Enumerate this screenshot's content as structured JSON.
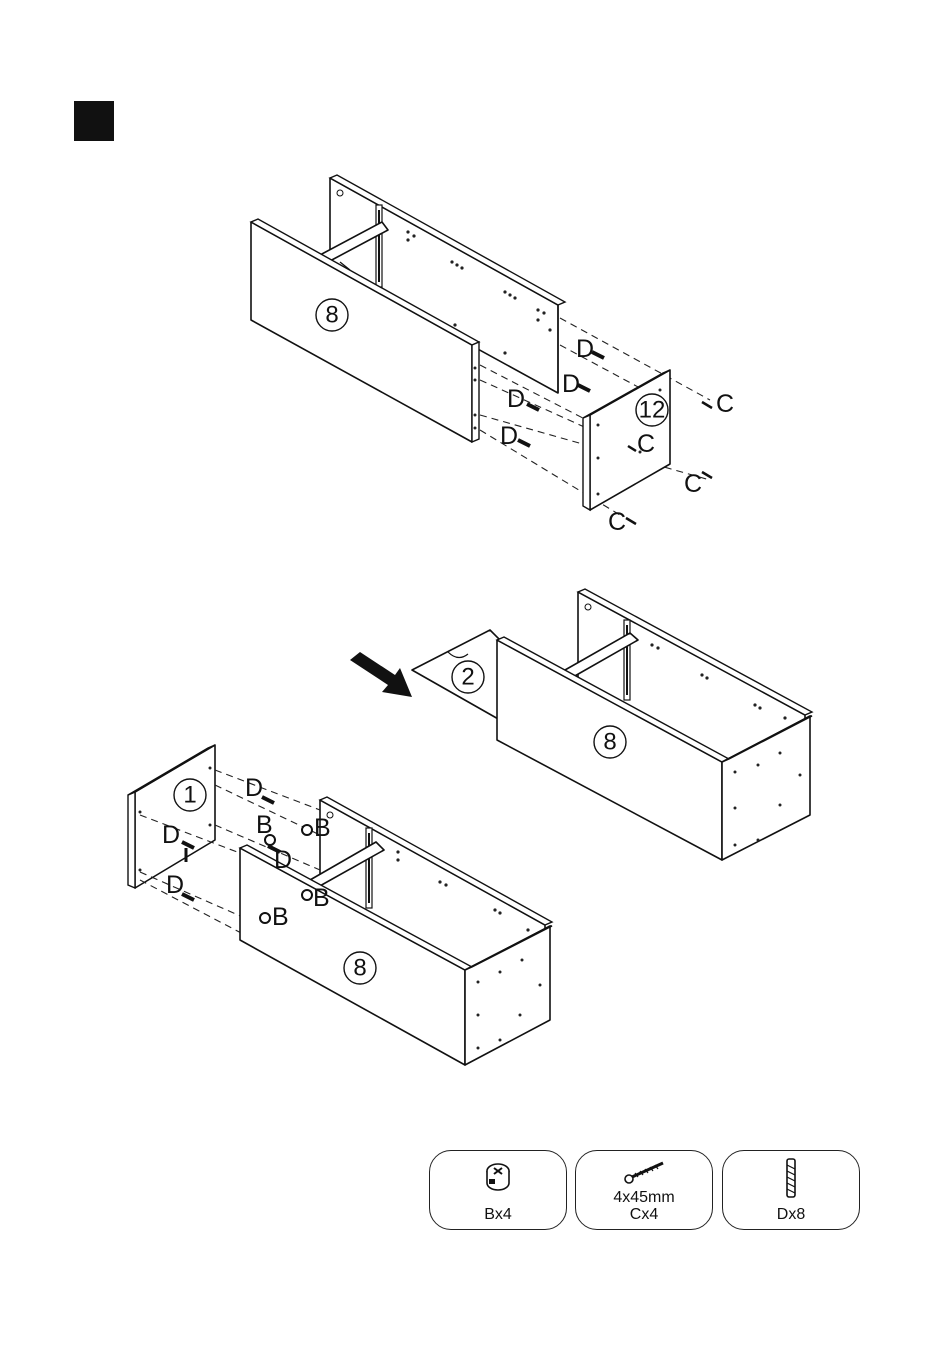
{
  "parts": {
    "side_panel_top": "8",
    "end_panel_top": "12",
    "back_panel": "2",
    "side_panel_bottom": "8",
    "end_panel_bottom": "1",
    "side_panel_front": "8"
  },
  "callouts": {
    "cam_lock": "B",
    "screw": "C",
    "dowel": "D"
  },
  "hardware": [
    {
      "name": "cam-lock",
      "caption_lines": [
        "Bx4"
      ]
    },
    {
      "name": "screw",
      "caption_lines": [
        "4x45mm",
        "Cx4"
      ]
    },
    {
      "name": "dowel",
      "caption_lines": [
        "Dx8"
      ]
    }
  ],
  "colors": {
    "ink": "#111111",
    "paper": "#ffffff"
  }
}
